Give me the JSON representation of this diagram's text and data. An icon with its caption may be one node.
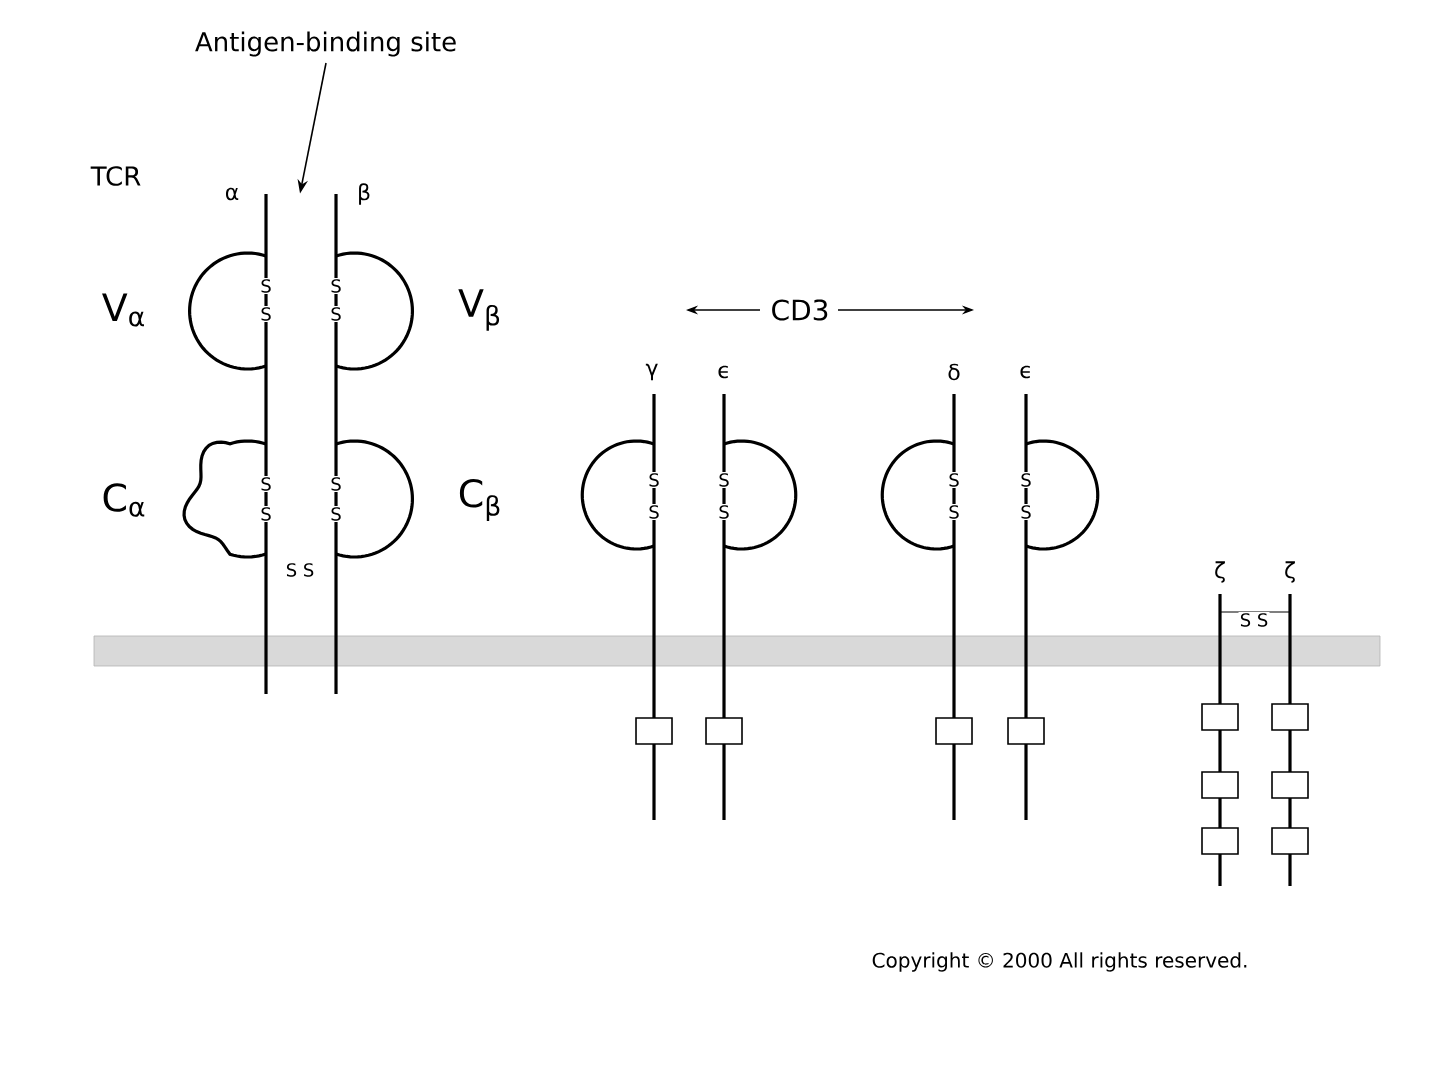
{
  "diagram": {
    "nodes": [
      {
        "text": [
          "Antigen-binding site"
        ]
      },
      {
        "text": [],
        "shape": "picture"
      },
      {
        "text": [],
        "shape": "band"
      }
    ],
    "edges": [
      {
        "from": 0,
        "to": 1,
        "arrow": "to"
      }
    ],
    "labels": [
      "TCR",
      "α",
      "β",
      "V$_{α}$",
      "S",
      "S",
      "V$_{β}$",
      "S",
      "S",
      "CD3",
      "γ",
      "ϵ",
      "δ",
      "ϵ",
      "C$_{α}$",
      "S",
      "S",
      "C$_{β}$",
      "S",
      "S",
      "S",
      "S",
      "S",
      "S",
      "S",
      "S",
      "S",
      "S",
      "S S",
      "ζ",
      "ζ",
      "S S",
      "Copyright © 2000 All rights reserved."
    ]
  }
}
